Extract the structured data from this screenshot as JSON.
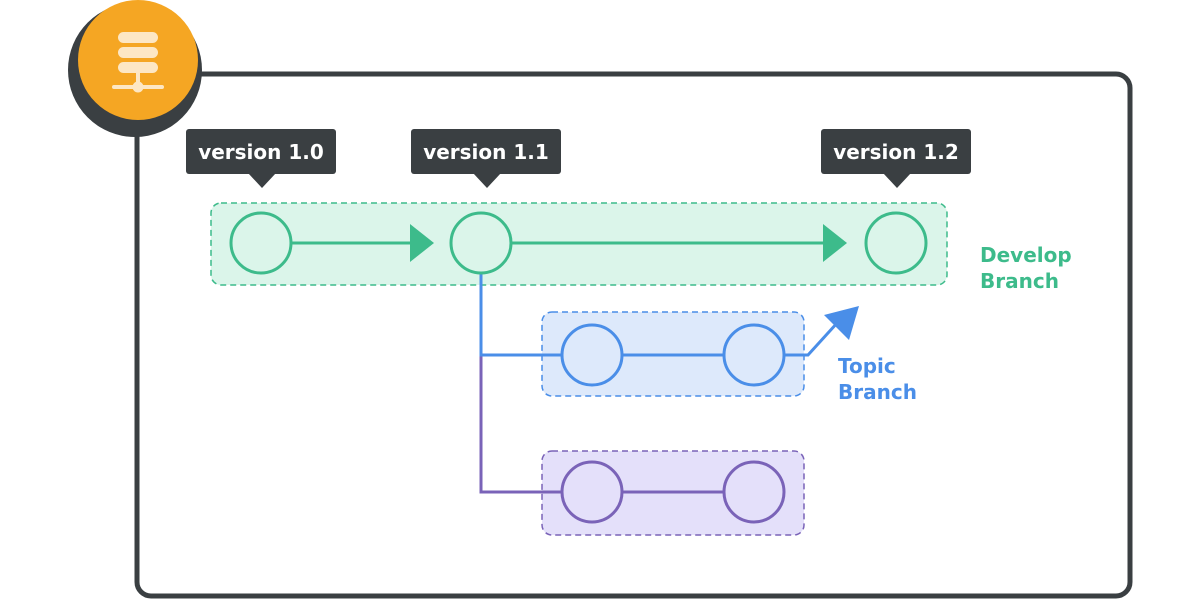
{
  "colors": {
    "frame": "#3a3f42",
    "badge": "#f5a623",
    "badge_icon": "#fde7c4",
    "tag_bg": "#3a3f42",
    "develop": "#3dbb8b",
    "develop_fill": "#dbf5ea",
    "topic": "#4a8ee8",
    "topic_fill": "#dde9fb",
    "feature": "#7a63b8",
    "feature_fill": "#e4e0fa"
  },
  "badge": {
    "icon": "server-icon"
  },
  "tags": [
    {
      "label": "version 1.0"
    },
    {
      "label": "version 1.1"
    },
    {
      "label": "version 1.2"
    }
  ],
  "branches": {
    "develop": {
      "label_line1": "Develop",
      "label_line2": "Branch"
    },
    "topic": {
      "label_line1": "Topic",
      "label_line2": "Branch"
    }
  }
}
